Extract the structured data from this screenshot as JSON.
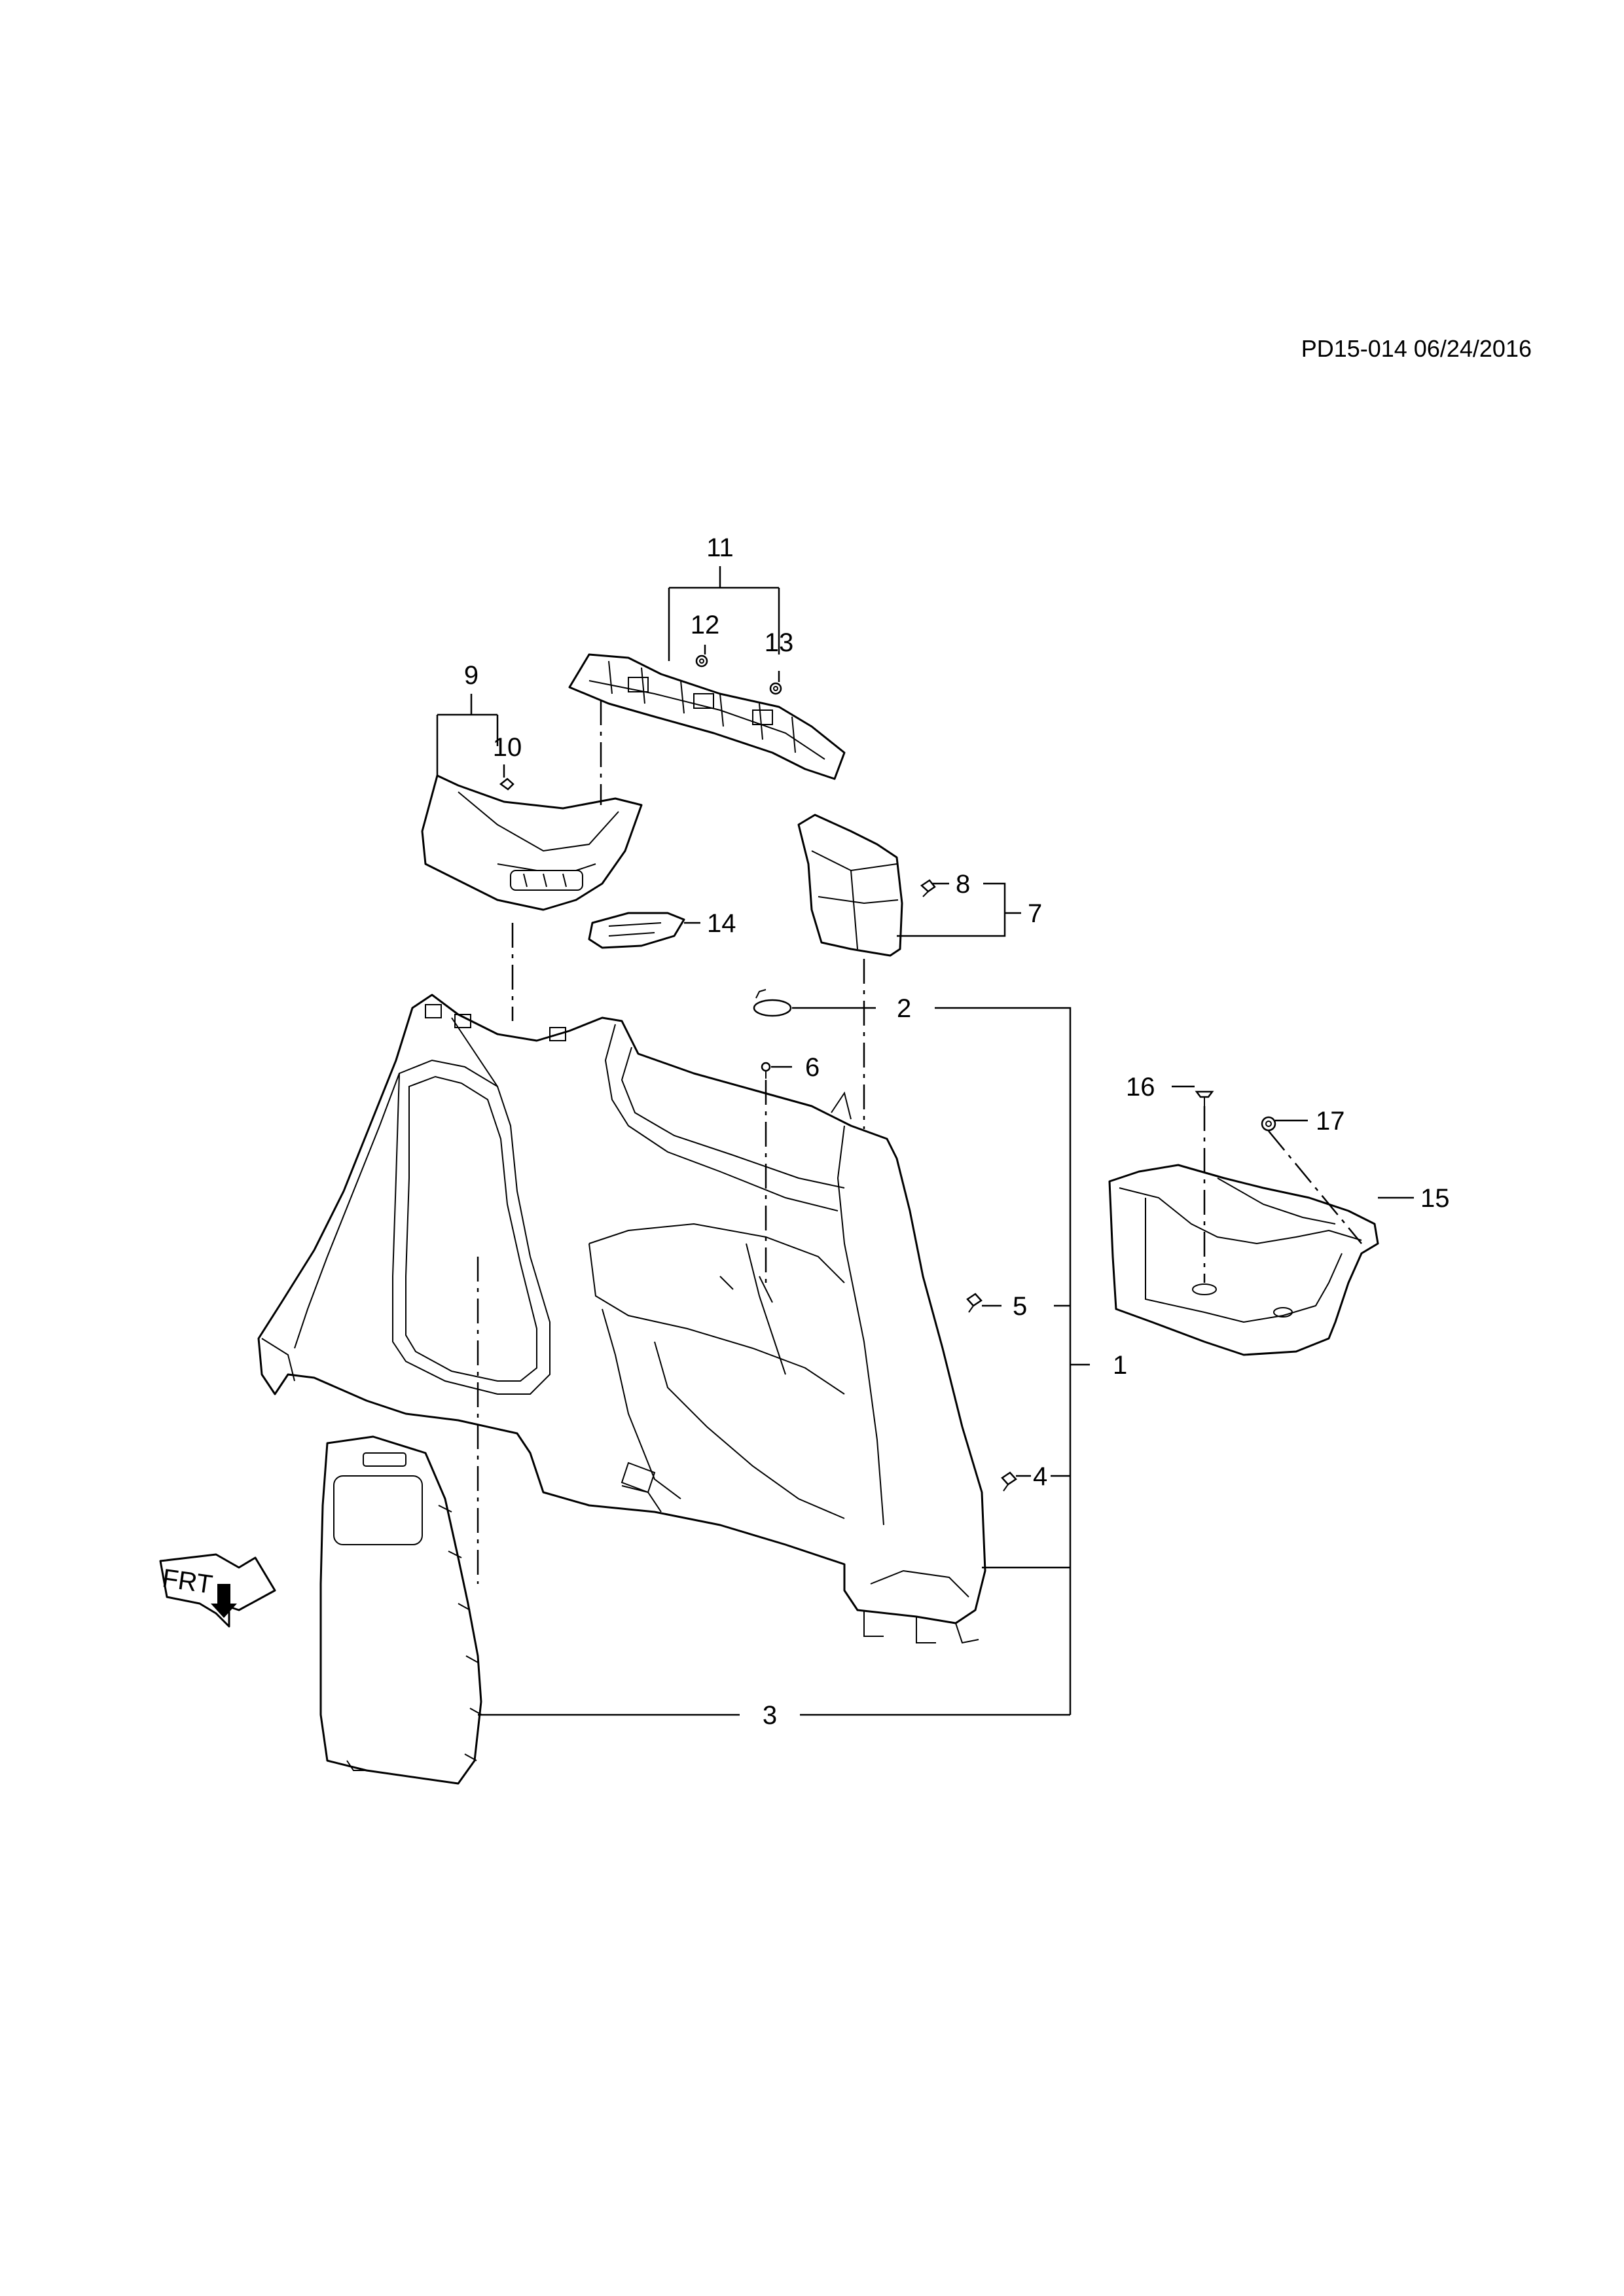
{
  "document": {
    "reference_code": "PD15-014 06/24/2016",
    "orientation_marker": "FRT"
  },
  "callouts": [
    {
      "id": "1",
      "label": "1"
    },
    {
      "id": "2",
      "label": "2"
    },
    {
      "id": "3",
      "label": "3"
    },
    {
      "id": "4",
      "label": "4"
    },
    {
      "id": "5",
      "label": "5"
    },
    {
      "id": "6",
      "label": "6"
    },
    {
      "id": "7",
      "label": "7"
    },
    {
      "id": "8",
      "label": "8"
    },
    {
      "id": "9",
      "label": "9"
    },
    {
      "id": "10",
      "label": "10"
    },
    {
      "id": "11",
      "label": "11"
    },
    {
      "id": "12",
      "label": "12"
    },
    {
      "id": "13",
      "label": "13"
    },
    {
      "id": "14",
      "label": "14"
    },
    {
      "id": "15",
      "label": "15"
    },
    {
      "id": "16",
      "label": "16"
    },
    {
      "id": "17",
      "label": "17"
    }
  ]
}
